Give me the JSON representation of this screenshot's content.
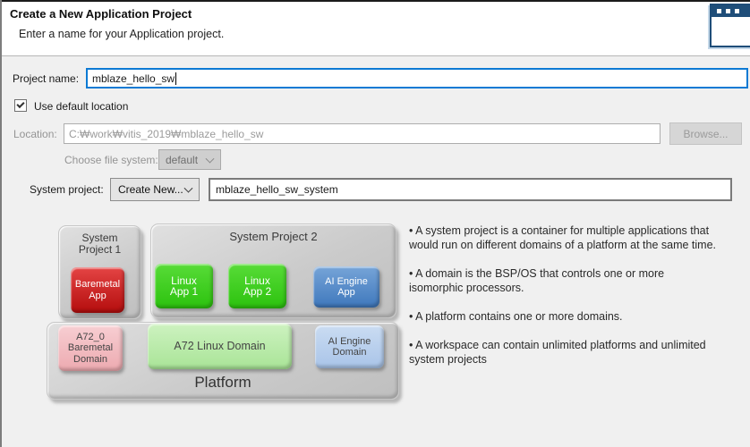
{
  "header": {
    "title": "Create a New Application Project",
    "subtitle": "Enter a name for your Application project."
  },
  "form": {
    "project_name_label": "Project name:",
    "project_name_value": "mblaze_hello_sw",
    "use_default_location_label": "Use default location",
    "use_default_location_checked": true,
    "location_label": "Location:",
    "location_value": "C:₩work₩vitis_2019₩mblaze_hello_sw",
    "browse_label": "Browse...",
    "file_system_label": "Choose file system:",
    "file_system_value": "default",
    "system_project_label": "System project:",
    "system_project_select_value": "Create New...",
    "system_project_name_value": "mblaze_hello_sw_system"
  },
  "diagram": {
    "system_project_1_title": "System\nProject 1",
    "system_project_2_title": "System Project 2",
    "baremetal_app": "Baremetal\nApp",
    "linux_app_1": "Linux\nApp 1",
    "linux_app_2": "Linux\nApp 2",
    "ai_engine_app": "AI Engine\nApp",
    "a72_0_domain": "A72_0\nBaremetal\nDomain",
    "a72_linux_domain": "A72 Linux Domain",
    "ai_engine_domain": "AI Engine\nDomain",
    "platform_label": "Platform",
    "colors": {
      "app_red": "#b40d0d",
      "app_green": "#2cc20e",
      "app_blue": "#3f78bc",
      "domain_pink": "#edaab0",
      "domain_green": "#a9e497",
      "domain_blue": "#a9c4e8"
    }
  },
  "notes": [
    "• A system project is a container for multiple applications that would run on different domains of a platform at the same time.",
    "• A domain is the BSP/OS that controls one or more isomorphic processors.",
    "• A platform contains one or more domains.",
    "• A workspace can contain unlimited platforms and unlimited system projects"
  ],
  "accent_color": "#0d7ad4"
}
